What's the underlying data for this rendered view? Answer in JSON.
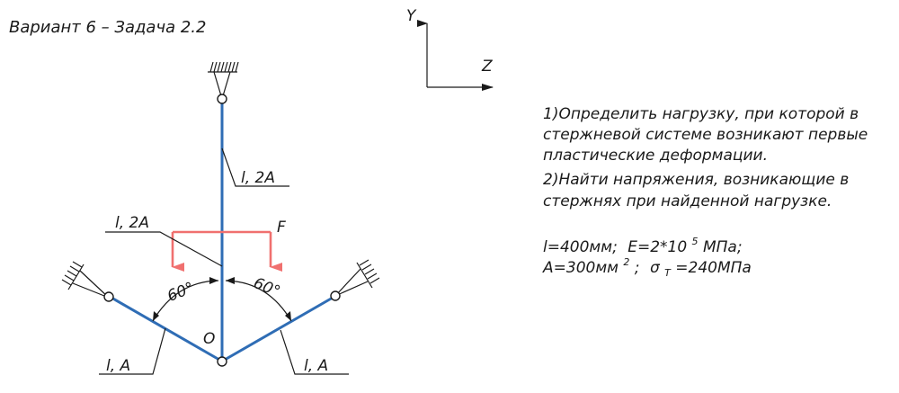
{
  "title": "Вариант 6 – Задача 2.2",
  "axes": {
    "y_label": "Y",
    "z_label": "Z"
  },
  "labels": {
    "rod_vertical": "l, 2A",
    "rod_link": "l, 2A",
    "rod_left": "l, A",
    "rod_right": "l, A",
    "force": "F",
    "point_o": "O",
    "angle_left": "60°",
    "angle_right": "60°"
  },
  "task": {
    "line1": "1)Определить нагрузку, при которой в",
    "line2": "стержневой системе возникают первые",
    "line3": "пластические деформации.",
    "line4": "2)Найти напряжения, возникающие в",
    "line5": "стержнях при найденной нагрузке."
  },
  "params": {
    "l": "l=400мм;",
    "E_base": "E=2*10",
    "E_exp": "5",
    "E_unit": "МПа;",
    "A_base": "A=300мм",
    "A_exp": "2",
    "A_sep": ";",
    "sigma_sym": "σ",
    "sigma_sub": "Т",
    "sigma_val": "=240МПа"
  },
  "colors": {
    "rod": "#2f6db5",
    "force": "#f0706f",
    "line": "#1a1a1a"
  }
}
